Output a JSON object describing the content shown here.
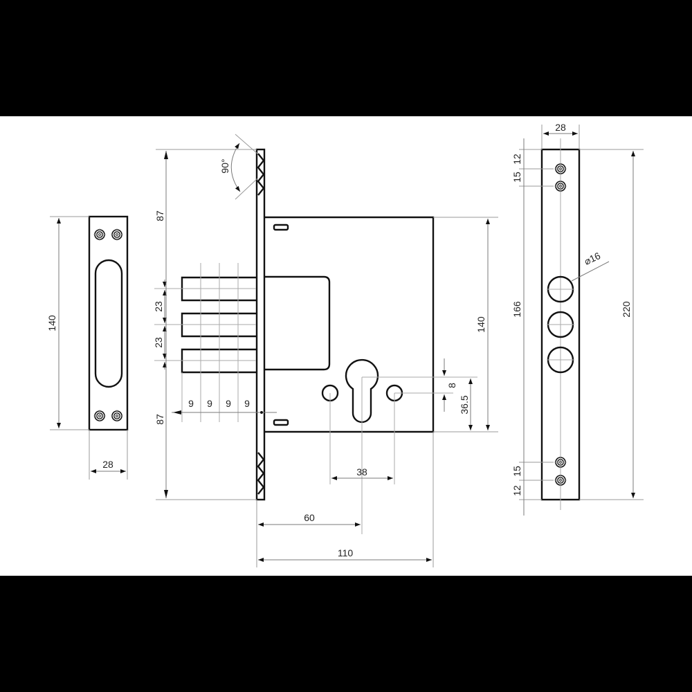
{
  "drawing": {
    "title": "Mortise lock technical drawing",
    "background": "#ffffff",
    "frame_color": "#000000",
    "line_color": "#111111",
    "dimension_color": "#7a7a7a"
  },
  "strike_plate": {
    "height_label": "140",
    "width_label": "28",
    "screws": 4,
    "slot": "oval"
  },
  "lock_body": {
    "angle_label": "90°",
    "top_offset_label": "87",
    "bottom_offset_label": "87",
    "bolt_spacing_labels": [
      "23",
      "23"
    ],
    "bolt_step_labels": [
      "9",
      "9",
      "9",
      "9"
    ],
    "body_height_label": "140",
    "cylinder_offset_label": "8",
    "cylinder_height_label": "36.5",
    "screw_spacing_label": "38",
    "backset_label": "60",
    "body_width_label": "110",
    "bolts": 3
  },
  "faceplate": {
    "width_label": "28",
    "top_screw_labels": [
      "12",
      "15"
    ],
    "bottom_screw_labels": [
      "15",
      "12"
    ],
    "hole_diameter_label": "⌀16",
    "hole_span_label": "166",
    "total_height_label": "220",
    "holes": 3,
    "screws": 4
  }
}
